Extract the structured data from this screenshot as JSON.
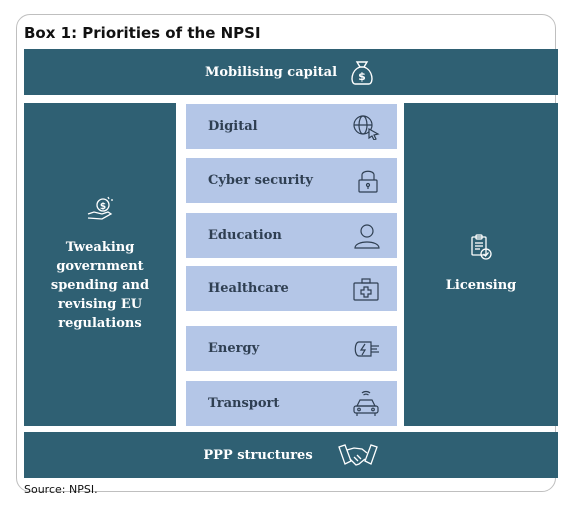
{
  "title": "Box 1: Priorities of the NPSI",
  "top_band": {
    "label": "Mobilising capital",
    "icon": "money-bag-icon"
  },
  "left_panel": {
    "label": "Tweaking government spending and revising EU regulations",
    "icon": "hand-coin-icon"
  },
  "right_panel": {
    "label": "Licensing",
    "icon": "clipboard-check-icon"
  },
  "items": [
    {
      "label": "Digital",
      "icon": "globe-cursor-icon"
    },
    {
      "label": "Cyber security",
      "icon": "padlock-icon"
    },
    {
      "label": "Education",
      "icon": "person-icon"
    },
    {
      "label": "Healthcare",
      "icon": "medical-kit-icon"
    },
    {
      "label": "Energy",
      "icon": "battery-plug-icon"
    },
    {
      "label": "Transport",
      "icon": "car-icon"
    }
  ],
  "bottom_band": {
    "label": "PPP structures",
    "icon": "handshake-icon"
  },
  "source": "Source: NPSI.",
  "colors": {
    "dark_teal": "#2f6073",
    "light_blue": "#b4c6e7",
    "item_text": "#2f3f52"
  }
}
